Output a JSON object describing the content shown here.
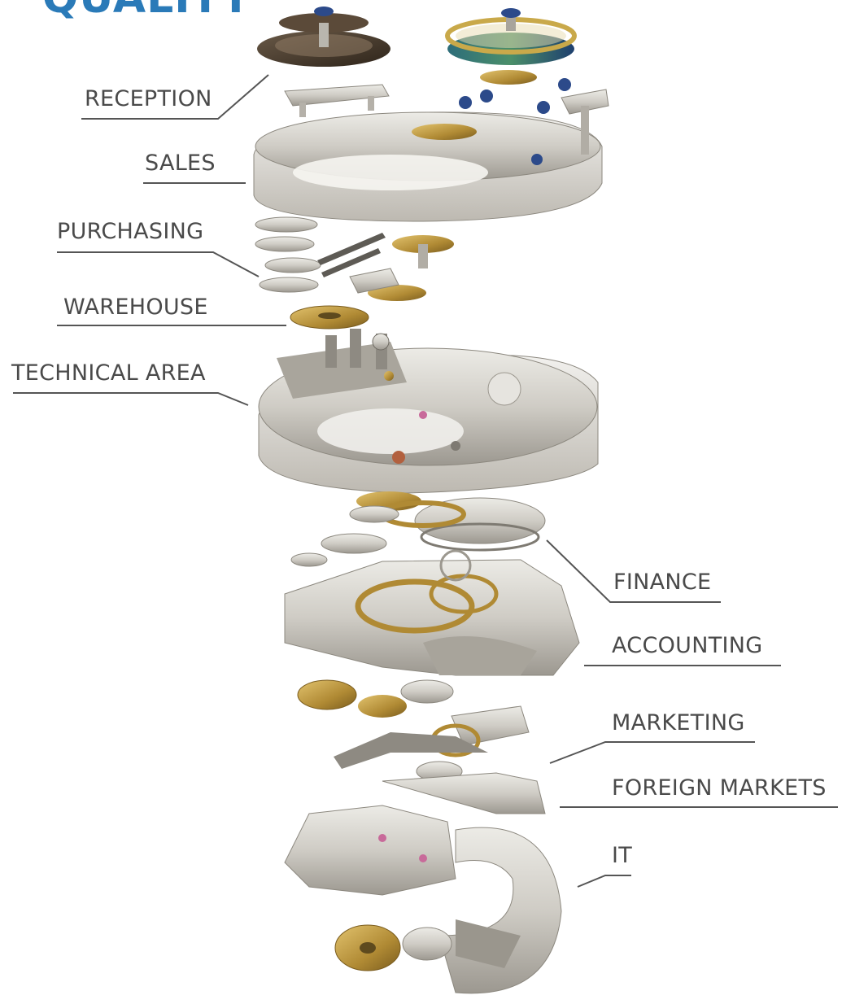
{
  "title": "QUALITY",
  "labels": {
    "reception": "RECEPTION",
    "sales": "SALES",
    "purchasing": "PURCHASING",
    "warehouse": "WAREHOUSE",
    "technical_area": "TECHNICAL AREA",
    "finance": "FINANCE",
    "accounting": "ACCOUNTING",
    "marketing": "MARKETING",
    "foreign_markets": "FOREIGN MARKETS",
    "it": "IT"
  },
  "colors": {
    "title": "#2a7ab8",
    "label": "#4a4a4a",
    "leader_line": "#555555",
    "steel": "#c9c6c0",
    "gold": "#b8923a",
    "blue_screw": "#2c4a8a"
  }
}
